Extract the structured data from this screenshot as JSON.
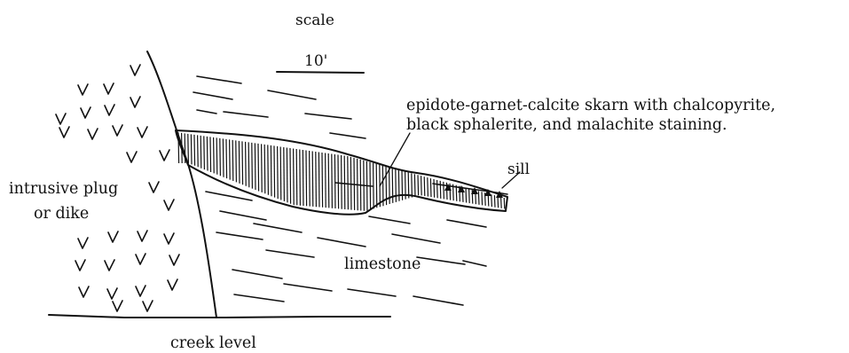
{
  "labels": {
    "scale": "scale",
    "scale_value": "10'",
    "skarn_line1": "epidote-garnet-calcite skarn with chalcopyrite,",
    "skarn_line2": "black sphalerite, and malachite staining.",
    "sill": "sill",
    "intrusive_line1": "intrusive plug",
    "intrusive_line2": "or dike",
    "limestone": "limestone",
    "creek_level": "creek level"
  }
}
